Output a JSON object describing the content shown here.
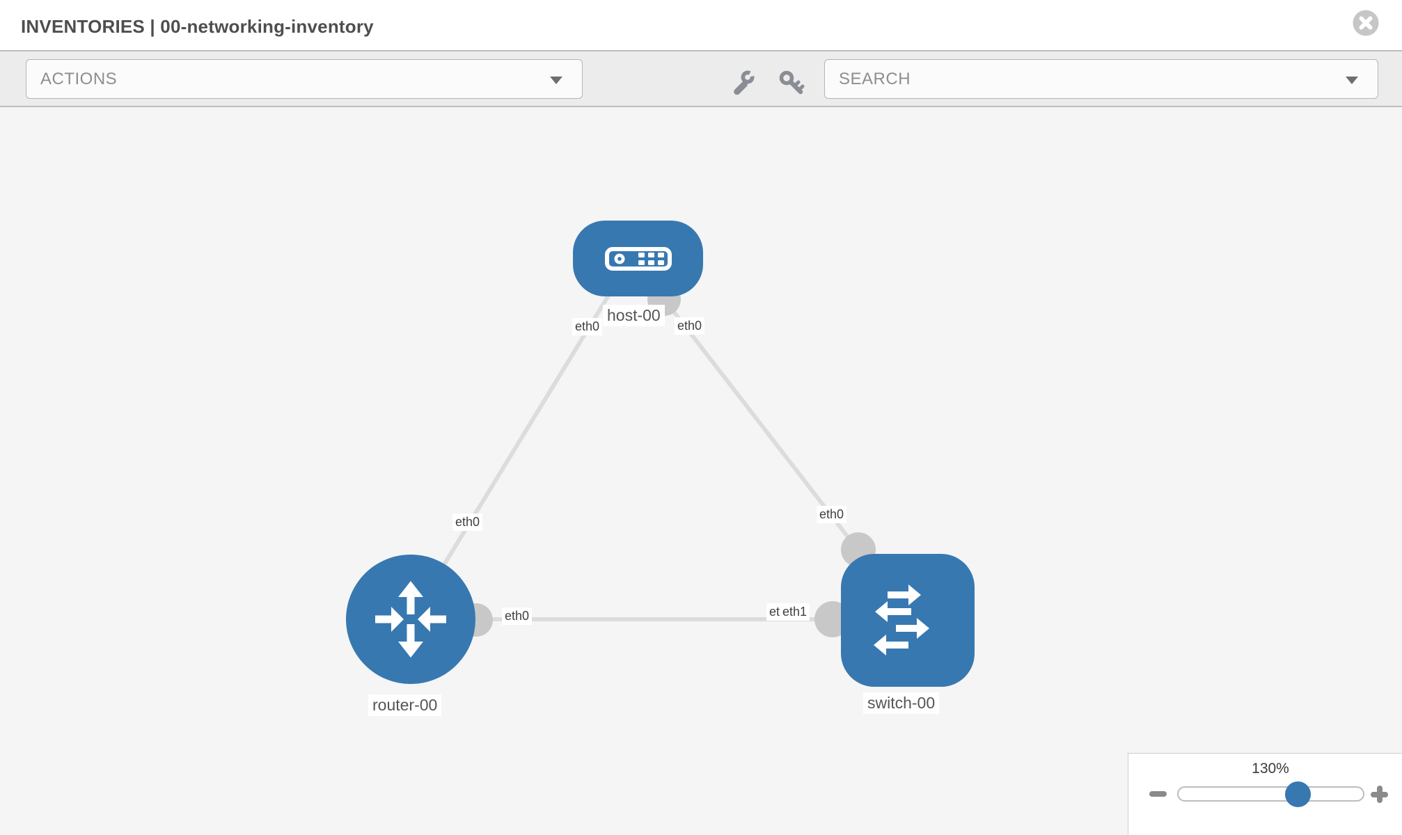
{
  "header": {
    "title": "INVENTORIES | 00-networking-inventory",
    "close_icon": "x-circle-icon"
  },
  "toolbar": {
    "actions_dropdown": {
      "label": "ACTIONS",
      "icon": "chevron-down-icon"
    },
    "tools": [
      {
        "icon": "wrench-icon"
      },
      {
        "icon": "key-icon"
      }
    ],
    "search_dropdown": {
      "label": "SEARCH",
      "icon": "chevron-down-icon"
    }
  },
  "topology": {
    "nodes": [
      {
        "label": "host-00",
        "type": "host",
        "shape": "rounded-rect",
        "icon": "server-icon"
      },
      {
        "label": "router-00",
        "type": "router",
        "shape": "circle",
        "icon": "router-arrows-icon"
      },
      {
        "label": "switch-00",
        "type": "switch",
        "shape": "rounded-square",
        "icon": "switch-arrows-icon"
      }
    ],
    "links": [
      {
        "source": "host-00",
        "target": "router-00",
        "source_interface": "eth0",
        "target_interface": "eth0"
      },
      {
        "source": "host-00",
        "target": "switch-00",
        "source_interface": "eth0",
        "target_interface": "eth0"
      },
      {
        "source": "router-00",
        "target": "switch-00",
        "source_interface": "eth0",
        "target_interfaces_overlapping": [
          "eth0",
          "eth1"
        ]
      }
    ],
    "interface_labels": {
      "host_end_left": "eth0",
      "host_end_right": "eth0",
      "router_end_of_host_link": "eth0",
      "switch_end_of_host_link": "eth0",
      "router_end_of_switch_link": "eth0",
      "switch_end_back": "eth0",
      "switch_end_front": "eth1"
    },
    "colors": {
      "node_blue": "#3878b0",
      "link_gray": "#dcdcdc",
      "port_gray": "#c8c8c8",
      "canvas_background": "#f5f5f5"
    }
  },
  "zoom_control": {
    "level": "130%",
    "zoom_out_icon": "minus-icon",
    "zoom_in_icon": "plus-icon",
    "slider_icon": "slider-knob"
  }
}
